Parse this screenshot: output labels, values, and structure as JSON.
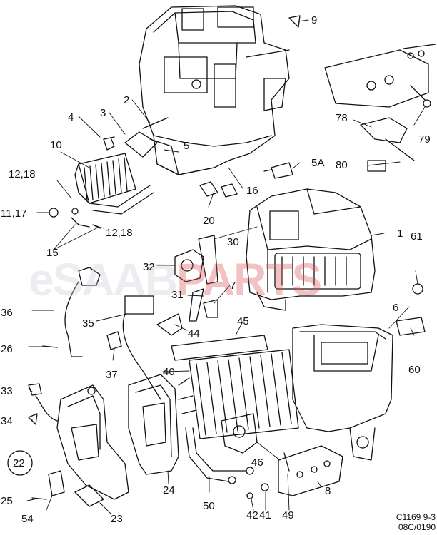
{
  "callouts": {
    "n1": "1",
    "n2": "2",
    "n3": "3",
    "n4": "4",
    "n5": "5",
    "n5a": "5A",
    "n6": "6",
    "n7": "7",
    "n8": "8",
    "n9": "9",
    "n10": "10",
    "n11_17": "11,17",
    "n12_18a": "12,18",
    "n12_18b": "12,18",
    "n15": "15",
    "n16": "16",
    "n20": "20",
    "n22": "22",
    "n23": "23",
    "n24": "24",
    "n25": "25",
    "n26": "26",
    "n30": "30",
    "n31": "31",
    "n32": "32",
    "n33": "33",
    "n34": "34",
    "n35": "35",
    "n36": "36",
    "n37": "37",
    "n40": "40",
    "n41": "41",
    "n42": "42",
    "n44": "44",
    "n45": "45",
    "n46": "46",
    "n49": "49",
    "n50": "50",
    "n54": "54",
    "n60": "60",
    "n61": "61",
    "n78": "78",
    "n79": "79",
    "n80": "80"
  },
  "watermark": {
    "prefix": "eSAAB",
    "suffix": "PARTS"
  },
  "drawing_code": {
    "line1": "C1169 9-3",
    "line2": "08C/0190"
  },
  "colors": {
    "ink": "#111111",
    "watermark_grey": "#c8ced6",
    "watermark_red": "#d9534f"
  }
}
